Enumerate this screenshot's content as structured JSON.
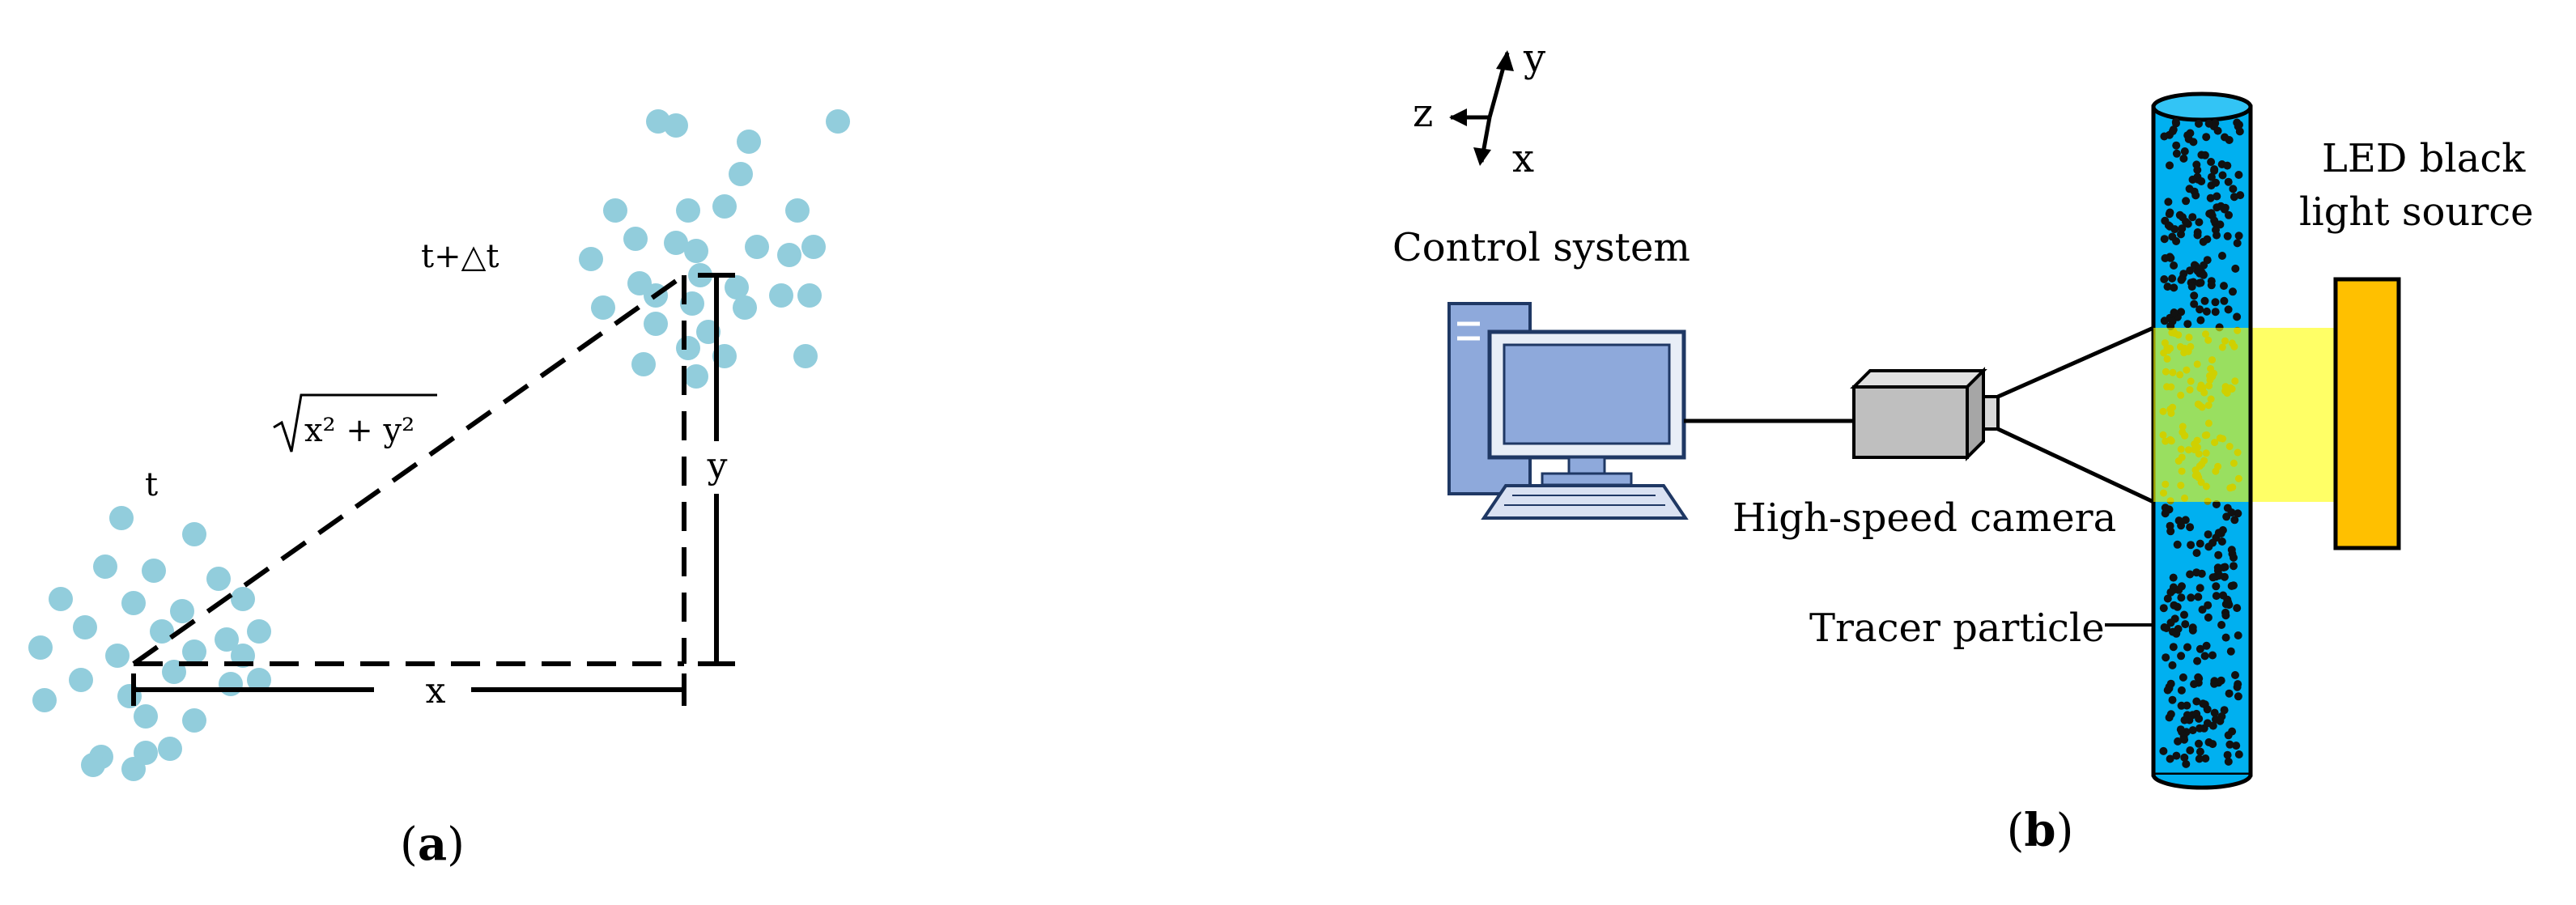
{
  "panel_a": {
    "time_start_label": "t",
    "time_end_label": "t+△t",
    "distance_label_radicand": "x² + y²",
    "x_label": "x",
    "y_label": "y",
    "caption_open": "(",
    "caption_letter": "a",
    "caption_close": ")"
  },
  "panel_b": {
    "axis_z": "z",
    "axis_y": "y",
    "axis_x": "x",
    "control_system_label": "Control system",
    "camera_label": "High-speed camera",
    "tracer_label": "Tracer particle",
    "led_label_line1": "LED black",
    "led_label_line2": "light source",
    "caption_open": "(",
    "caption_letter": "b",
    "caption_close": ")"
  },
  "colors": {
    "particle_cyan": "#92CDDC",
    "pipe_blue": "#00B0F0",
    "light_beam_yellow": "#FFFF00",
    "led_panel_orange": "#FFC000",
    "computer_blue": "#8EA9DB",
    "camera_gray": "#BFBFBF",
    "tracer_dot": "#111111"
  }
}
